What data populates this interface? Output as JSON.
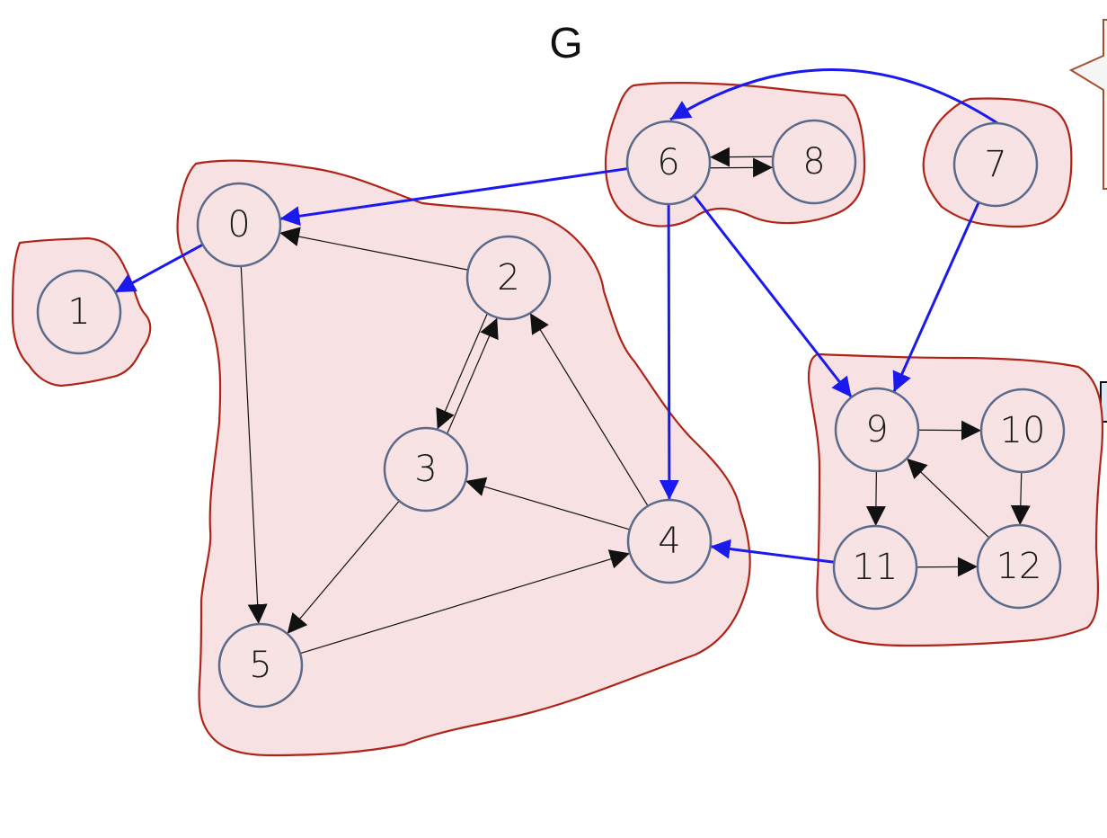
{
  "title": "G",
  "nodes": {
    "n0": "0",
    "n1": "1",
    "n2": "2",
    "n3": "3",
    "n4": "4",
    "n5": "5",
    "n6": "6",
    "n7": "7",
    "n8": "8",
    "n9": "9",
    "n10": "10",
    "n11": "11",
    "n12": "12"
  },
  "components": [
    [
      "1"
    ],
    [
      "0",
      "2",
      "3",
      "4",
      "5"
    ],
    [
      "6",
      "8"
    ],
    [
      "7"
    ],
    [
      "9",
      "10",
      "11",
      "12"
    ]
  ],
  "edges": [
    {
      "from": "0",
      "to": "5",
      "kind": "intra"
    },
    {
      "from": "2",
      "to": "0",
      "kind": "intra"
    },
    {
      "from": "2",
      "to": "3",
      "kind": "intra"
    },
    {
      "from": "3",
      "to": "2",
      "kind": "intra"
    },
    {
      "from": "3",
      "to": "5",
      "kind": "intra"
    },
    {
      "from": "4",
      "to": "2",
      "kind": "intra"
    },
    {
      "from": "4",
      "to": "3",
      "kind": "intra"
    },
    {
      "from": "5",
      "to": "4",
      "kind": "intra"
    },
    {
      "from": "6",
      "to": "8",
      "kind": "intra"
    },
    {
      "from": "8",
      "to": "6",
      "kind": "intra"
    },
    {
      "from": "9",
      "to": "10",
      "kind": "intra"
    },
    {
      "from": "9",
      "to": "11",
      "kind": "intra"
    },
    {
      "from": "10",
      "to": "12",
      "kind": "intra"
    },
    {
      "from": "11",
      "to": "12",
      "kind": "intra"
    },
    {
      "from": "12",
      "to": "9",
      "kind": "intra"
    },
    {
      "from": "0",
      "to": "1",
      "kind": "inter"
    },
    {
      "from": "6",
      "to": "0",
      "kind": "inter"
    },
    {
      "from": "6",
      "to": "4",
      "kind": "inter"
    },
    {
      "from": "6",
      "to": "9",
      "kind": "inter"
    },
    {
      "from": "7",
      "to": "6",
      "kind": "inter"
    },
    {
      "from": "7",
      "to": "9",
      "kind": "inter"
    },
    {
      "from": "11",
      "to": "4",
      "kind": "inter"
    }
  ],
  "colors": {
    "component_fill": "#f7e1e3",
    "component_outline": "#b02418",
    "intra_edge": "#111111",
    "inter_edge": "#1a1aee",
    "node_outline": "#5a6a8a"
  }
}
